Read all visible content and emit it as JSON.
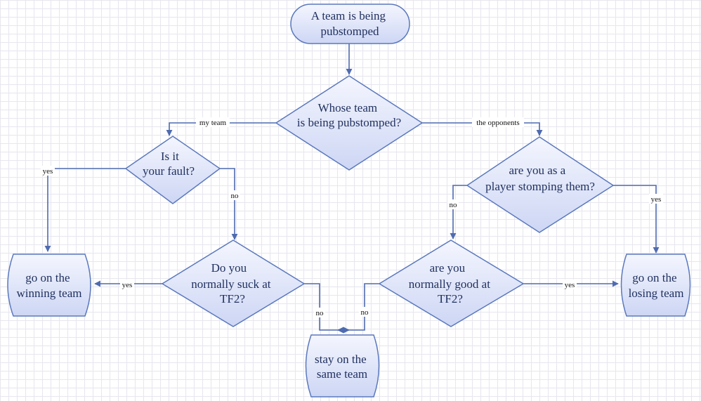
{
  "colors": {
    "node_fill_light": "#f4f6fe",
    "node_fill_dark": "#cdd6f4",
    "node_stroke": "#5b78bd",
    "connector": "#4f6bb0",
    "node_text": "#1f2f5e"
  },
  "nodes": {
    "start": {
      "lines": [
        "A team is being",
        "pubstomped"
      ]
    },
    "whose_team": {
      "lines": [
        "Whose team",
        "is being  pubstomped?"
      ]
    },
    "your_fault": {
      "lines": [
        "Is it",
        "your fault?"
      ]
    },
    "stomping": {
      "lines": [
        "are you as a",
        "player stomping  them?"
      ]
    },
    "normally_suck": {
      "lines": [
        "Do you",
        "normally suck  at",
        "TF2?"
      ]
    },
    "normally_good": {
      "lines": [
        "are you",
        "normally good  at",
        "TF2?"
      ]
    },
    "winning": {
      "lines": [
        "go on the",
        "winning team"
      ]
    },
    "losing": {
      "lines": [
        "go on the",
        "losing team"
      ]
    },
    "stay": {
      "lines": [
        "stay on the",
        "same team"
      ]
    }
  },
  "edges": {
    "my_team": "my team",
    "the_opponents": "the opponents",
    "fault_yes": "yes",
    "fault_no": "no",
    "stomping_no": "no",
    "stomping_yes": "yes",
    "suck_yes": "yes",
    "suck_no": "no",
    "good_no": "no",
    "good_yes": "yes"
  }
}
